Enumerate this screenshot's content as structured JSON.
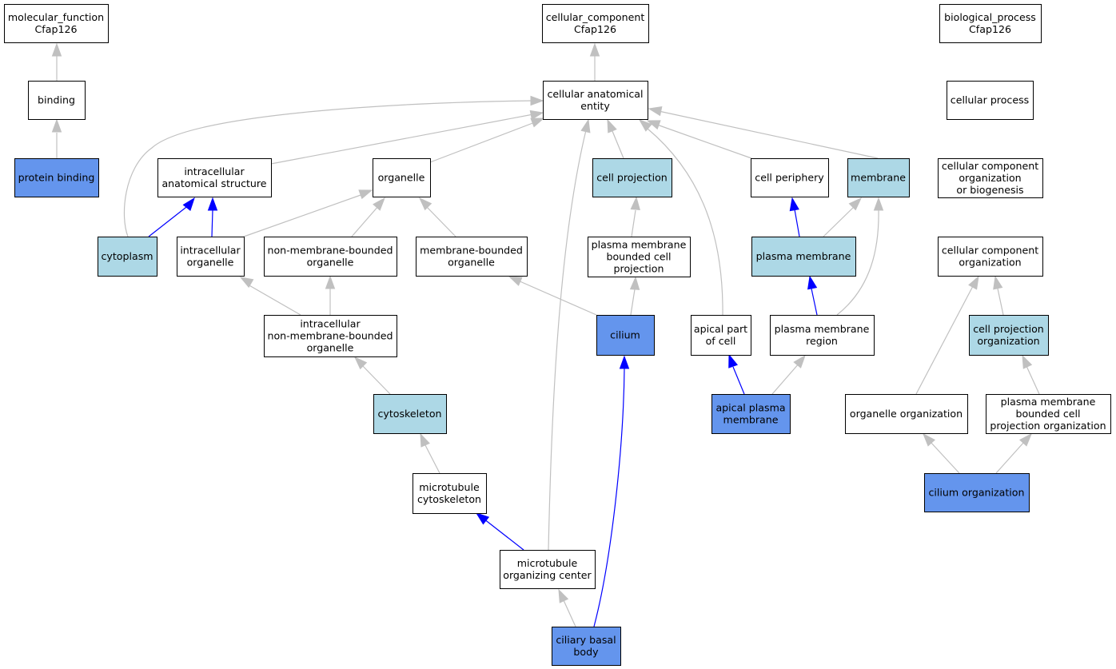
{
  "colors": {
    "annotated": "#6495ed",
    "highlighted": "#add8e6",
    "plain": "#ffffff",
    "edge_default": "#c0c0c0",
    "edge_blue": "#0000ff"
  },
  "nodes": {
    "mf_root": [
      "molecular_function",
      "Cfap126"
    ],
    "binding": [
      "binding"
    ],
    "protein_binding": [
      "protein binding"
    ],
    "cc_root": [
      "cellular_component",
      "Cfap126"
    ],
    "cae": [
      "cellular anatomical",
      "entity"
    ],
    "ias": [
      "intracellular",
      "anatomical structure"
    ],
    "organelle": [
      "organelle"
    ],
    "cell_projection": [
      "cell projection"
    ],
    "cell_periphery": [
      "cell periphery"
    ],
    "membrane": [
      "membrane"
    ],
    "cytoplasm": [
      "cytoplasm"
    ],
    "intracellular_organelle": [
      "intracellular",
      "organelle"
    ],
    "nmbo": [
      "non-membrane-bounded",
      "organelle"
    ],
    "mbo": [
      "membrane-bounded",
      "organelle"
    ],
    "pmbcp": [
      "plasma membrane",
      "bounded cell",
      "projection"
    ],
    "plasma_membrane": [
      "plasma membrane"
    ],
    "inmbo": [
      "intracellular",
      "non-membrane-bounded",
      "organelle"
    ],
    "cilium": [
      "cilium"
    ],
    "apical_part": [
      "apical part",
      "of cell"
    ],
    "pm_region": [
      "plasma membrane",
      "region"
    ],
    "cytoskeleton": [
      "cytoskeleton"
    ],
    "apical_pm": [
      "apical plasma",
      "membrane"
    ],
    "mt_cytoskeleton": [
      "microtubule",
      "cytoskeleton"
    ],
    "mtoc": [
      "microtubule",
      "organizing center"
    ],
    "ciliary_basal_body": [
      "ciliary basal",
      "body"
    ],
    "bp_root": [
      "biological_process",
      "Cfap126"
    ],
    "cellular_process": [
      "cellular process"
    ],
    "ccob": [
      "cellular component",
      "organization",
      "or biogenesis"
    ],
    "cco": [
      "cellular component",
      "organization"
    ],
    "cpo": [
      "cell projection",
      "organization"
    ],
    "organelle_org": [
      "organelle organization"
    ],
    "pmbcpo": [
      "plasma membrane",
      "bounded cell",
      "projection organization"
    ],
    "cilium_org": [
      "cilium organization"
    ]
  }
}
